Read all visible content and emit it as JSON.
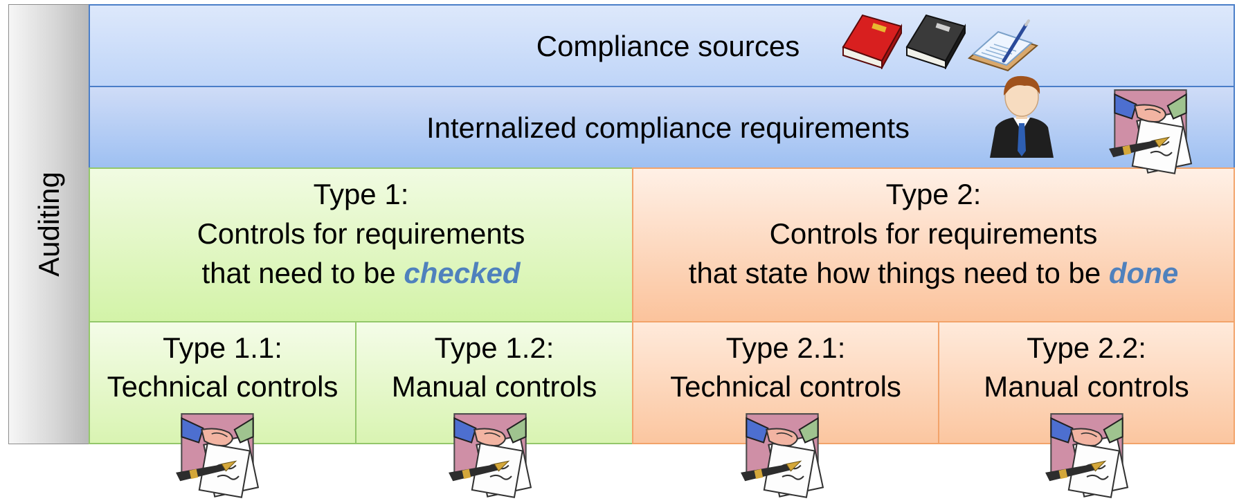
{
  "auditing": {
    "label": "Auditing"
  },
  "compliance_sources": {
    "label": "Compliance sources"
  },
  "internalized": {
    "label": "Internalized compliance requirements"
  },
  "type1": {
    "title": "Type 1:",
    "line1": "Controls for requirements",
    "line2_prefix": "that need to be ",
    "line2_emph": "checked"
  },
  "type2": {
    "title": "Type 2:",
    "line1": "Controls for requirements",
    "line2_prefix": "that state how things need to be ",
    "line2_emph": "done"
  },
  "subtypes": [
    {
      "title": "Type 1.1:",
      "label": "Technical controls"
    },
    {
      "title": "Type 1.2:",
      "label": "Manual controls"
    },
    {
      "title": "Type 2.1:",
      "label": "Technical controls"
    },
    {
      "title": "Type 2.2:",
      "label": "Manual controls"
    }
  ],
  "colors": {
    "emphasis": "#4f81bd",
    "blue_border": "#4a7ec8",
    "green_border": "#93c76a",
    "orange_border": "#f2a36a"
  },
  "icons": [
    "red-book-icon",
    "black-book-icon",
    "notebook-pen-icon",
    "businessman-icon",
    "handshake-contract-icon"
  ]
}
